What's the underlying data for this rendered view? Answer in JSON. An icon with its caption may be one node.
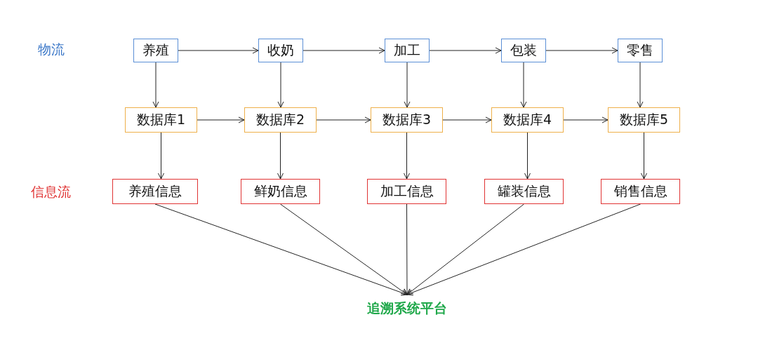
{
  "diagram": {
    "nodes": [
      {
        "text": [
          "养殖"
        ]
      },
      {
        "text": [
          "收奶"
        ]
      },
      {
        "text": [
          "加工"
        ]
      },
      {
        "text": [
          "包装"
        ]
      },
      {
        "text": [
          "零售"
        ]
      },
      {
        "text": [
          "数据库1"
        ]
      },
      {
        "text": [
          "数据库2"
        ]
      },
      {
        "text": [
          "数据库3"
        ]
      },
      {
        "text": [
          "数据库4"
        ]
      },
      {
        "text": [
          "数据库5"
        ]
      },
      {
        "text": [
          "养殖信息"
        ]
      },
      {
        "text": [
          "鲜奶信息"
        ]
      },
      {
        "text": [
          "加工信息"
        ]
      },
      {
        "text": [
          "罐装信息"
        ]
      },
      {
        "text": [
          "销售信息"
        ]
      },
      {
        "text": [
          "追溯系统平台"
        ]
      }
    ],
    "edges": [
      {
        "from": 0,
        "to": 1,
        "arrow": "to"
      },
      {
        "from": 1,
        "to": 2,
        "arrow": "to"
      },
      {
        "from": 2,
        "to": 3,
        "arrow": "to"
      },
      {
        "from": 3,
        "to": 4,
        "arrow": "to"
      },
      {
        "from": 0,
        "to": 5,
        "arrow": "to"
      },
      {
        "from": 1,
        "to": 6,
        "arrow": "to"
      },
      {
        "from": 2,
        "to": 7,
        "arrow": "to"
      },
      {
        "from": 3,
        "to": 8,
        "arrow": "to"
      },
      {
        "from": 4,
        "to": 9,
        "arrow": "to"
      },
      {
        "from": 5,
        "to": 6,
        "arrow": "to"
      },
      {
        "from": 6,
        "to": 7,
        "arrow": "to"
      },
      {
        "from": 7,
        "to": 8,
        "arrow": "to"
      },
      {
        "from": 8,
        "to": 9,
        "arrow": "to"
      },
      {
        "from": 5,
        "to": 10,
        "arrow": "to"
      },
      {
        "from": 6,
        "to": 11,
        "arrow": "to"
      },
      {
        "from": 7,
        "to": 12,
        "arrow": "to"
      },
      {
        "from": 8,
        "to": 13,
        "arrow": "to"
      },
      {
        "from": 9,
        "to": 14,
        "arrow": "to"
      },
      {
        "from": 10,
        "to": 15,
        "arrow": "to"
      },
      {
        "from": 11,
        "to": 15,
        "arrow": "to"
      },
      {
        "from": 12,
        "to": 15,
        "arrow": "to"
      },
      {
        "from": 13,
        "to": 15,
        "arrow": "to"
      },
      {
        "from": 14,
        "to": 15,
        "arrow": "to"
      }
    ],
    "labels": [
      "物流",
      "信息流"
    ]
  }
}
